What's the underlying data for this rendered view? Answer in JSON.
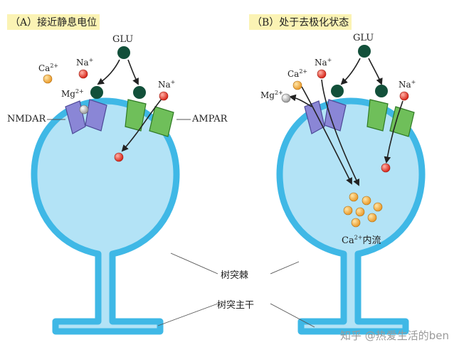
{
  "panel_a": {
    "title": "（A）接近静息电位"
  },
  "panel_b": {
    "title": "（B）处于去极化状态"
  },
  "labels": {
    "glu": "GLU",
    "na": "Na",
    "na_sup": "+",
    "ca": "Ca",
    "ca_sup": "2+",
    "mg": "Mg",
    "mg_sup": "2+",
    "nmdar": "NMDAR",
    "ampar": "AMPAR",
    "ca_influx_suffix": "内流",
    "spine_head": "树突棘",
    "dendrite_shaft": "树突主干"
  },
  "watermark": "知乎 @热爱生活的ben",
  "colors": {
    "spine_fill": "#b3e3f6",
    "spine_outline": "#3fb8e6",
    "nmdar": "#8a86d6",
    "ampar": "#6fbf5a",
    "glu": "#12503a",
    "sodium": "#e23a2c",
    "calcium": "#f0a63a",
    "magnesium": "#b4b4b4",
    "panel_label_bg": "#fbf3b4"
  }
}
